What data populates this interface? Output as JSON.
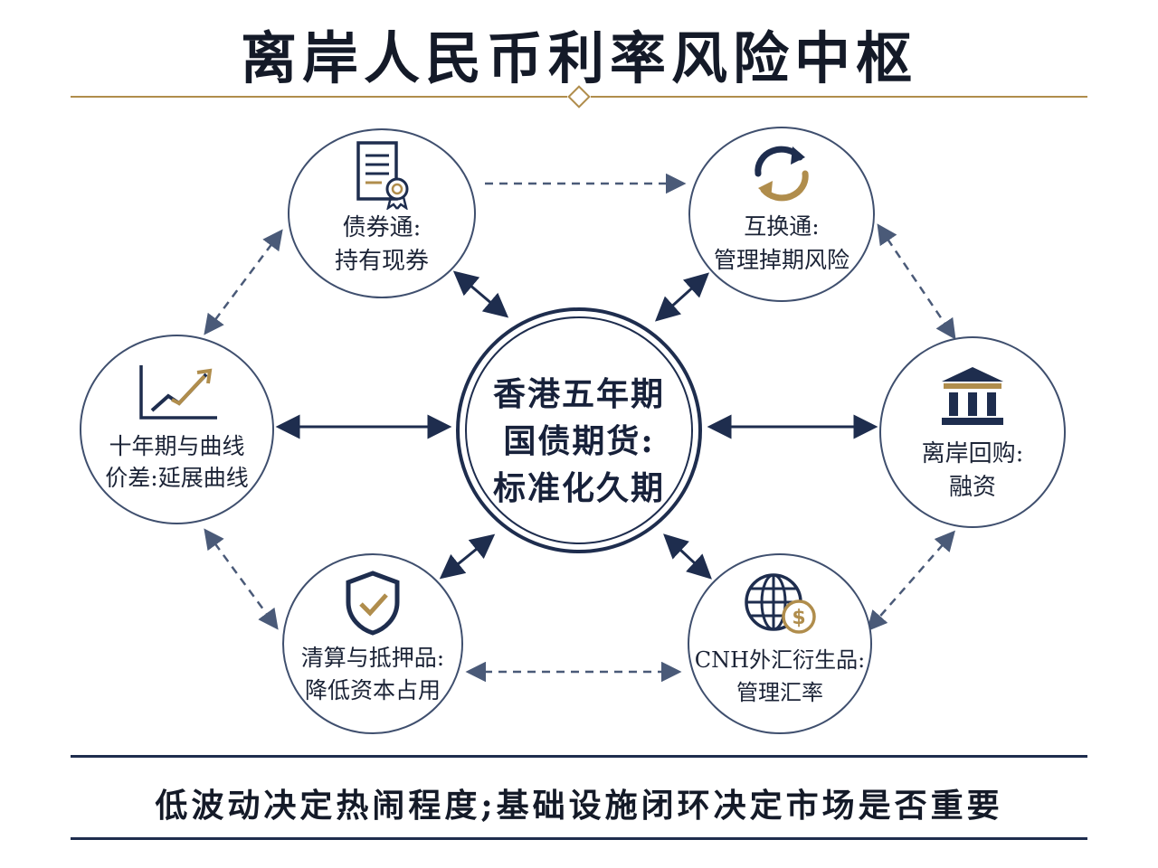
{
  "title": "离岸人民币利率风险中枢",
  "center": {
    "line1": "香港五年期",
    "line2": "国债期货:",
    "line3": "标准化久期"
  },
  "nodes": {
    "bond_connect": {
      "line1": "债券通:",
      "line2": "持有现券",
      "icon": "certificate-icon"
    },
    "swap_connect": {
      "line1": "互换通:",
      "line2": "管理掉期风险",
      "icon": "exchange-arrows-icon"
    },
    "curve_spread": {
      "line1": "十年期与曲线",
      "line2": "价差:延展曲线",
      "icon": "line-chart-icon"
    },
    "offshore_repo": {
      "line1": "离岸回购:",
      "line2": "融资",
      "icon": "bank-icon"
    },
    "clearing": {
      "line1": "清算与抵押品:",
      "line2": "降低资本占用",
      "icon": "shield-check-icon"
    },
    "cnh_fx": {
      "line1": "CNH外汇衍生品:",
      "line2": "管理汇率",
      "icon": "globe-dollar-icon"
    }
  },
  "footer": "低波动决定热闹程度;基础设施闭环决定市场是否重要",
  "colors": {
    "navy": "#1e2d4e",
    "gold": "#b08d4c",
    "node_border": "#3f4f6e",
    "dashed": "#4a5a78"
  }
}
